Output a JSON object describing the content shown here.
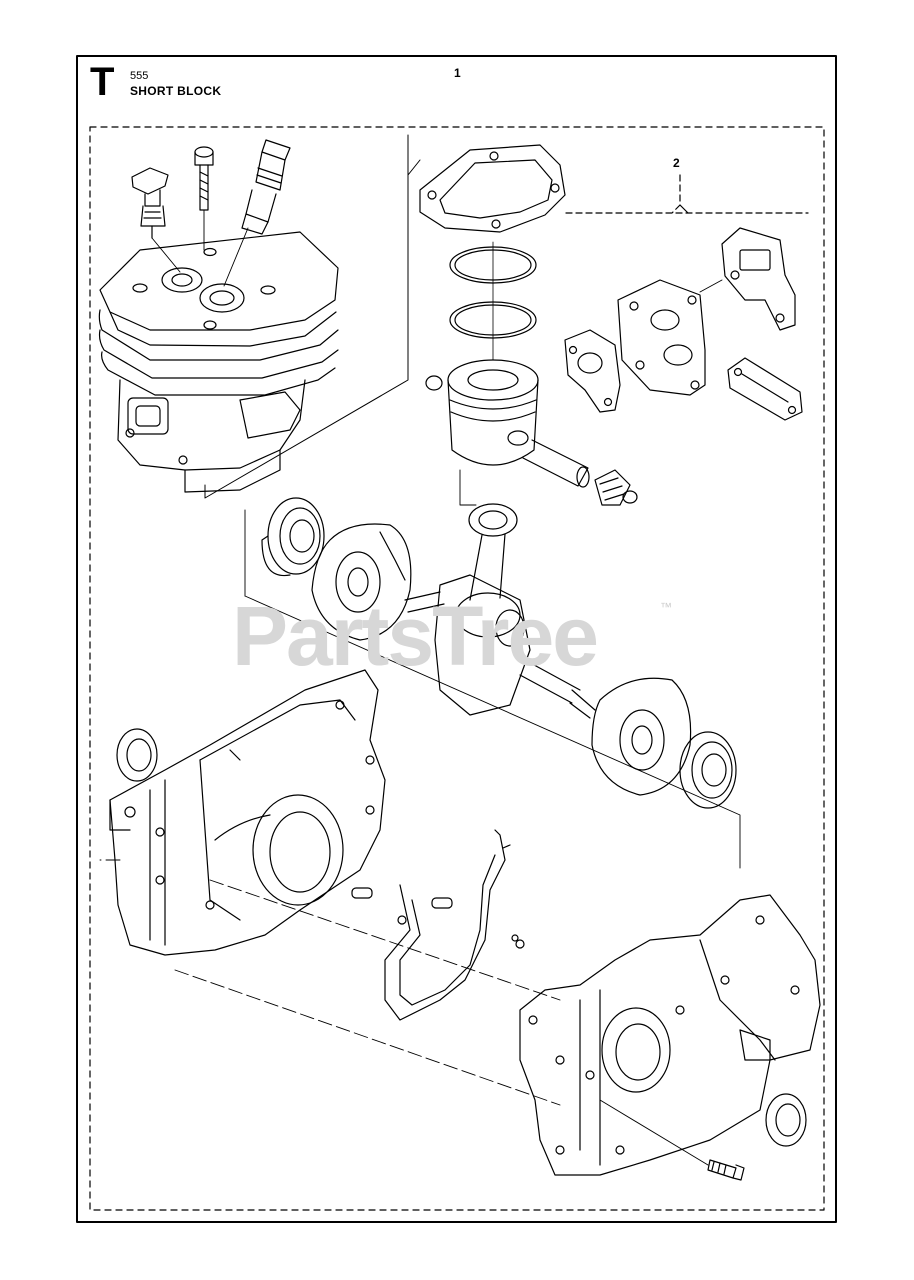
{
  "header": {
    "section_letter": "T",
    "model": "555",
    "title": "SHORT BLOCK"
  },
  "callouts": [
    {
      "label": "1"
    },
    {
      "label": "2"
    }
  ],
  "watermark": {
    "brand": "PartsTree",
    "trademark": "™"
  },
  "colors": {
    "ink": "#000000",
    "watermark": "#d7d7d7"
  }
}
